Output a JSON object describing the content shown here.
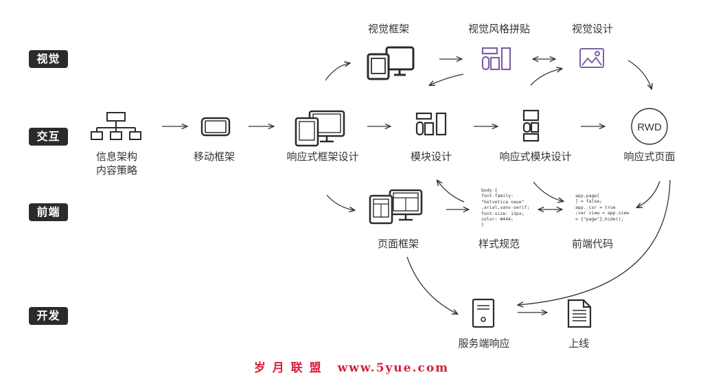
{
  "lanes": {
    "visual": "视觉",
    "interaction": "交互",
    "frontend": "前端",
    "dev": "开发"
  },
  "nodes": {
    "visual_framework": "视觉框架",
    "style_tiles": "视觉风格拼贴",
    "visual_design": "视觉设计",
    "info_arch_1": "信息架构",
    "info_arch_2": "内容策略",
    "mobile_framework": "移动框架",
    "responsive_framework": "响应式框架设计",
    "module_design": "模块设计",
    "responsive_module": "响应式模块设计",
    "responsive_page": "响应式页面",
    "page_framework": "页面框架",
    "style_guide": "样式规范",
    "frontend_code": "前端代码",
    "server_response": "服务端响应",
    "launch": "上线"
  },
  "rwd_badge": "RWD",
  "style_guide_code": "body {\nfont-family:\n\"helvetica neue\"\n,arial,sans-serif;\nfont-size: 13px;\ncolor: #444;\n}",
  "frontend_code_text": "app.page[\n] = false;\napp._csr = true\n;var view = app.view\n= {\"page\"},hide();",
  "watermark": {
    "brand": "岁 月 联 盟",
    "url": "www.5yue.com"
  }
}
